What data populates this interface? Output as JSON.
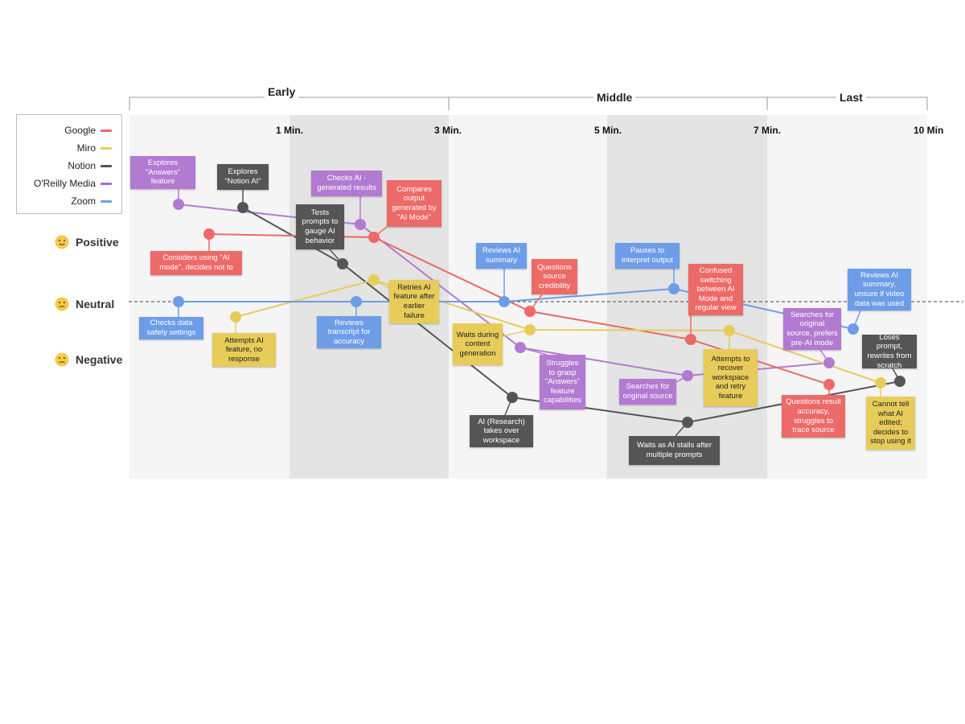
{
  "phases": [
    {
      "label": "Early"
    },
    {
      "label": "Middle"
    },
    {
      "label": "Last"
    }
  ],
  "time_labels": [
    "1 Min.",
    "3 Min.",
    "5 Min.",
    "7 Min.",
    "10 Min"
  ],
  "moods": [
    {
      "label": "Positive",
      "icon": "slight-smile-face-icon"
    },
    {
      "label": "Neutral",
      "icon": "neutral-face-icon"
    },
    {
      "label": "Negative",
      "icon": "slight-frown-face-icon"
    }
  ],
  "legend": [
    {
      "name": "Google",
      "color": "#ec6a68"
    },
    {
      "name": "Miro",
      "color": "#e8cc5a"
    },
    {
      "name": "Notion",
      "color": "#555555"
    },
    {
      "name": "O'Reilly Media",
      "color": "#9b6fe0"
    },
    {
      "name": "Zoom",
      "color": "#6e9de8"
    }
  ],
  "colors": {
    "google": "#ec6a68",
    "miro": "#e8cc5a",
    "notion": "#555555",
    "oreilly": "#b37ad1",
    "zoom": "#6e9de8",
    "band_light": "#f5f5f5",
    "band_dark": "#e4e4e4"
  },
  "notes": {
    "oreilly_1": "Explores \"Answers\" feature",
    "notion_1": "Explores \"Notion AI\"",
    "oreilly_2": "Checks AI - generated results",
    "google_2": "Compares output generated by \"AI Mode\"",
    "notion_2": "Tests prompts to gauge AI behavior",
    "google_1": "Considers using \"AI mode\", decides not to",
    "zoom_3": "Reviews AI summary",
    "google_3": "Questions source credibility",
    "zoom_4": "Pauses to interpret output",
    "google_4": "Confused switching between AI Mode and regular view",
    "zoom_6": "Reviews AI summary, unsure if video data was used",
    "miro_2": "Retries AI feature after earlier failure",
    "zoom_1": "Checks data safety settings",
    "miro_1": "Attempts AI feature, no response",
    "zoom_2": "Reviews transcript for accuracy",
    "miro_3": "Waits during content generation",
    "oreilly_5": "Searches for original source, prefers pre-AI mode",
    "notion_5": "Loses prompt, rewrites from scratch",
    "oreilly_3": "Struggles to grasp \"Answers\" feature capabilities",
    "miro_4": "Attempts to recover workspace and retry feature",
    "oreilly_4": "Searches for original source",
    "google_5": "Questions result accuracy, struggles to trace source",
    "miro_5": "Cannot tell what AI edited; decides to stop using it",
    "notion_3": "AI (Research) takes over workspace",
    "notion_4": "Waits as AI stalls after multiple prompts"
  }
}
